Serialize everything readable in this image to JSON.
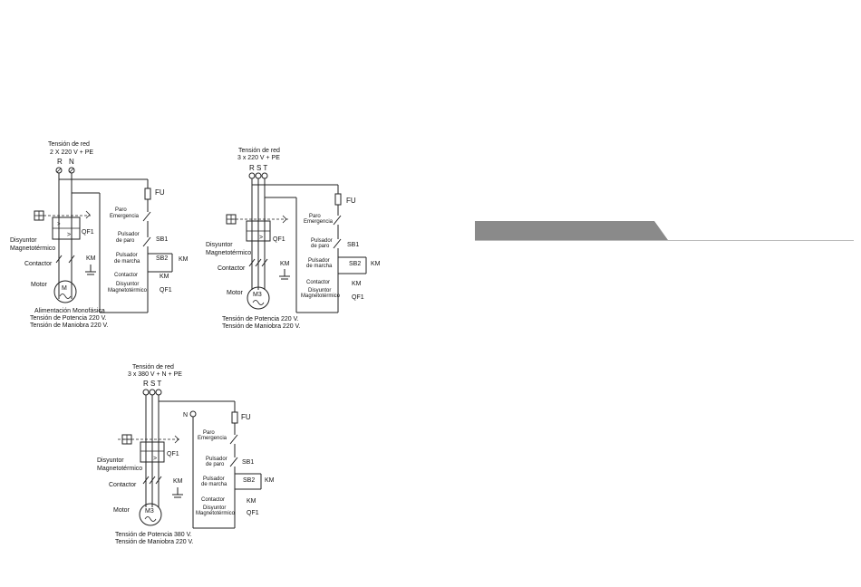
{
  "diagram1": {
    "supply_title": "Tensión de red",
    "supply_value": "2 X 220 V + PE",
    "terminal_r": "R",
    "terminal_n": "N",
    "fuse": "FU",
    "emergency_stop_1": "Paro",
    "emergency_stop_2": "Emergencia",
    "stop_button_1": "Pulsador",
    "stop_button_2": "de paro",
    "start_button_1": "Pulsador",
    "start_button_2": "de marcha",
    "sb1": "SB1",
    "sb2": "SB2",
    "km_contact": "KM",
    "contactor_label": "Contactor",
    "km_aux": "KM",
    "breaker_aux_1": "Disyuntor",
    "breaker_aux_2": "Magnetotérmico",
    "qf1_aux": "QF1",
    "breaker_1": "Disyuntor",
    "breaker_2": "Magnetotérmico",
    "qf1": "QF1",
    "contactor": "Contactor",
    "km_coil": "KM",
    "motor": "Motor",
    "motor_symbol": "M",
    "note_1": "Alimentación Monofásica",
    "note_2": "Tensión de Potencia 220 V.",
    "note_3": "Tensión de Maniobra 220 V."
  },
  "diagram2": {
    "supply_title": "Tensión de red",
    "supply_value": "3 x 220 V + PE",
    "terminals": "R S T",
    "fuse": "FU",
    "emergency_stop_1": "Paro",
    "emergency_stop_2": "Emergencia",
    "stop_button_1": "Pulsador",
    "stop_button_2": "de paro",
    "start_button_1": "Pulsador",
    "start_button_2": "de marcha",
    "sb1": "SB1",
    "sb2": "SB2",
    "km_contact": "KM",
    "contactor_label": "Contactor",
    "km_aux": "KM",
    "breaker_aux_1": "Disyuntor",
    "breaker_aux_2": "Magnetotérmico",
    "qf1_aux": "QF1",
    "breaker_1": "Disyuntor",
    "breaker_2": "Magnetotérmico",
    "qf1": "QF1",
    "contactor": "Contactor",
    "km_coil": "KM",
    "motor": "Motor",
    "motor_symbol": "M3",
    "note_1": "Tensión de Potencia 220 V.",
    "note_2": "Tensión de Maniobra 220 V."
  },
  "diagram3": {
    "supply_title": "Tensión de red",
    "supply_value": "3 x 380 V + N + PE",
    "terminals": "R S T",
    "neutral": "N",
    "fuse": "FU",
    "emergency_stop_1": "Paro",
    "emergency_stop_2": "Emergencia",
    "stop_button_1": "Pulsador",
    "stop_button_2": "de paro",
    "start_button_1": "Pulsador",
    "start_button_2": "de marcha",
    "sb1": "SB1",
    "sb2": "SB2",
    "km_contact": "KM",
    "contactor_label": "Contactor",
    "km_aux": "KM",
    "breaker_aux_1": "Disyuntor",
    "breaker_aux_2": "Magnetotérmico",
    "qf1_aux": "QF1",
    "breaker_1": "Disyuntor",
    "breaker_2": "Magnetotérmico",
    "qf1": "QF1",
    "contactor": "Contactor",
    "km_coil": "KM",
    "motor": "Motor",
    "motor_symbol": "M3",
    "note_1": "Tensión de Potencia 380 V.",
    "note_2": "Tensión de Maniobra 220 V."
  },
  "colors": {
    "banner": "#8a8a8a",
    "line": "#222222"
  }
}
